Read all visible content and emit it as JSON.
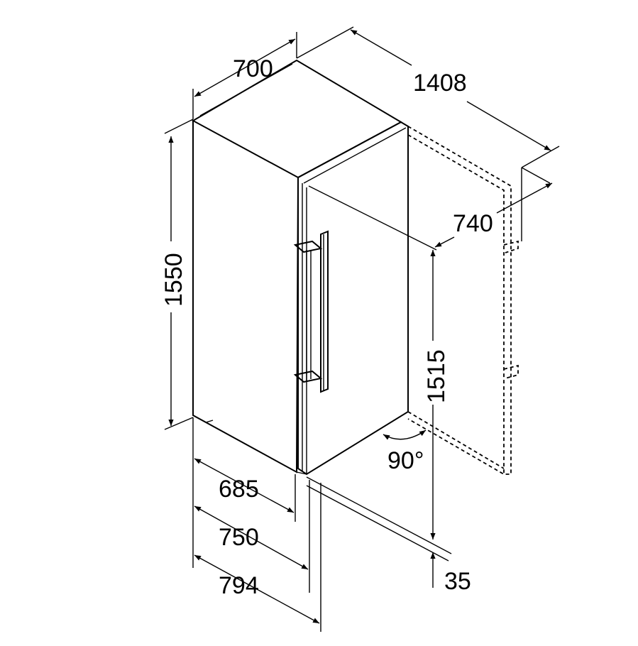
{
  "dimensions": {
    "depth_top": "700",
    "total_depth_open": "1408",
    "door_opening_depth": "740",
    "total_height": "1550",
    "inner_height": "1515",
    "depth_685": "685",
    "depth_750": "750",
    "depth_794": "794",
    "base_35": "35",
    "door_angle": "90°"
  }
}
